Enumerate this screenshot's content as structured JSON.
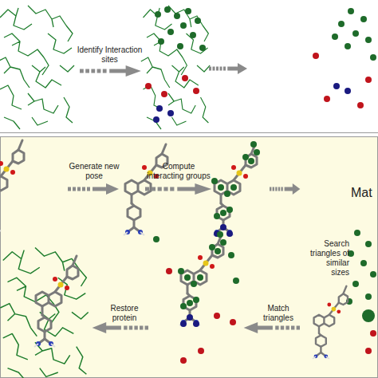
{
  "diagram": {
    "labels": [
      "Identify Interaction sites",
      "Generate new pose",
      "Compute interacting groups",
      "Mat",
      "Search triangles of similar sizes",
      "Match triangles",
      "Restore protein"
    ]
  }
}
